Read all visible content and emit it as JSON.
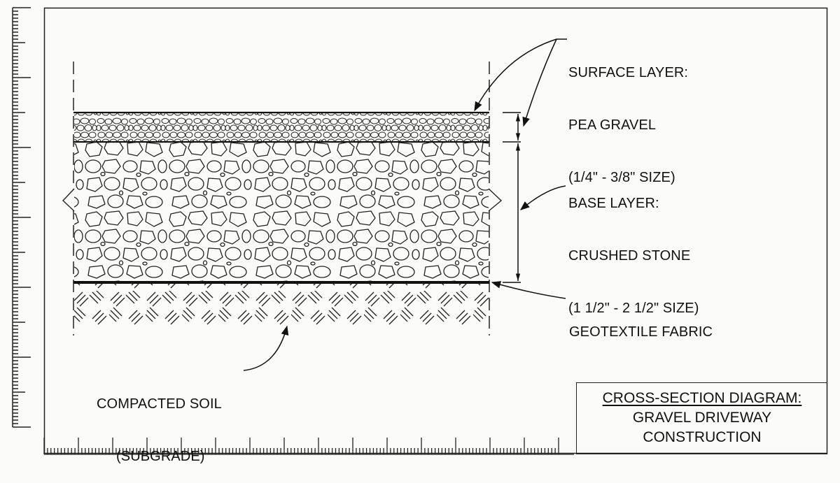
{
  "title_block": {
    "heading": "CROSS-SECTION DIAGRAM:",
    "line2": "GRAVEL DRIVEWAY",
    "line3": "CONSTRUCTION"
  },
  "layers": [
    {
      "id": "surface",
      "label_lines": [
        "SURFACE LAYER:",
        "PEA GRAVEL",
        "(1/4\" - 3/8\" SIZE)"
      ],
      "pattern": "small-gravel"
    },
    {
      "id": "base",
      "label_lines": [
        "BASE LAYER:",
        "CRUSHED STONE",
        "(1 1/2\" - 2 1/2\" SIZE)"
      ],
      "pattern": "large-stone"
    },
    {
      "id": "geotextile",
      "label_lines": [
        "GEOTEXTILE FABRIC"
      ],
      "pattern": "thick-line"
    },
    {
      "id": "subgrade",
      "label_lines": [
        "COMPACTED SOIL",
        "(SUBGRADE)"
      ],
      "pattern": "basketweave-hatch"
    }
  ],
  "labels": {
    "surface_1": "SURFACE LAYER:",
    "surface_2": "PEA GRAVEL",
    "surface_3": "(1/4\" - 3/8\" SIZE)",
    "base_1": "BASE LAYER:",
    "base_2": "CRUSHED STONE",
    "base_3": "(1 1/2\" - 2 1/2\" SIZE)",
    "geotextile": "GEOTEXTILE FABRIC",
    "soil_1": "COMPACTED SOIL",
    "soil_2": "(SUBGRADE)"
  },
  "colors": {
    "ink": "#111111",
    "paper": "#fbfbf9"
  }
}
